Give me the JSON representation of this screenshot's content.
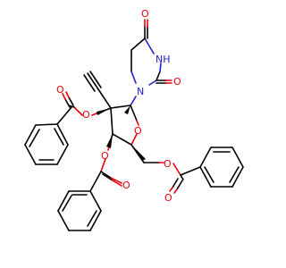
{
  "molecule": {
    "atom_labels": {
      "ring_oxygen": "O",
      "ester_oxygen": "O",
      "carbonyl_oxygen": "O",
      "nitrogen": "N",
      "nh": "NH"
    },
    "stereo_labels": {
      "c1": "",
      "c2": "",
      "c3": ""
    }
  }
}
